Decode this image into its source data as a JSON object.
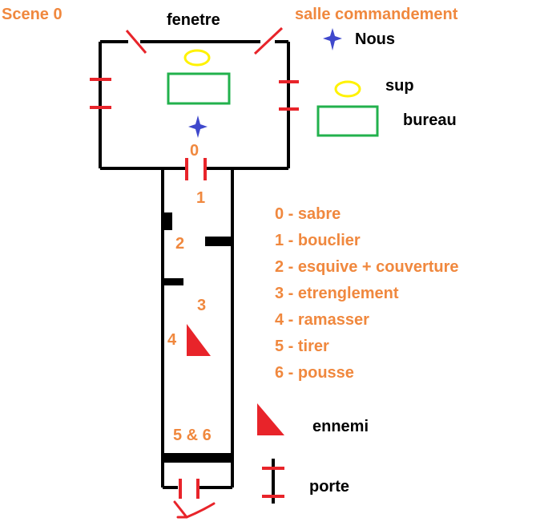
{
  "diagram": {
    "scene_title": "Scene 0",
    "room_name": "salle commandement",
    "window_label": "fenetre",
    "positions": {
      "p0": "0",
      "p1": "1",
      "p2": "2",
      "p3": "3",
      "p4": "4",
      "p56": "5 & 6"
    },
    "actions": [
      "0 - sabre",
      "1 - bouclier",
      "2 - esquive + couverture",
      "3 - etrenglement",
      "4 - ramasser",
      "5 - tirer",
      "6 - pousse"
    ],
    "legend": {
      "nous": "Nous",
      "sup": "sup",
      "bureau": "bureau",
      "ennemi": "ennemi",
      "porte": "porte"
    }
  },
  "colors": {
    "label_orange": "#f0883e",
    "wall_black": "#000000",
    "door_red": "#e8242a",
    "desk_green": "#22b14c",
    "supervisor_yellow": "#fff200",
    "ally_blue": "#3f48cc"
  }
}
